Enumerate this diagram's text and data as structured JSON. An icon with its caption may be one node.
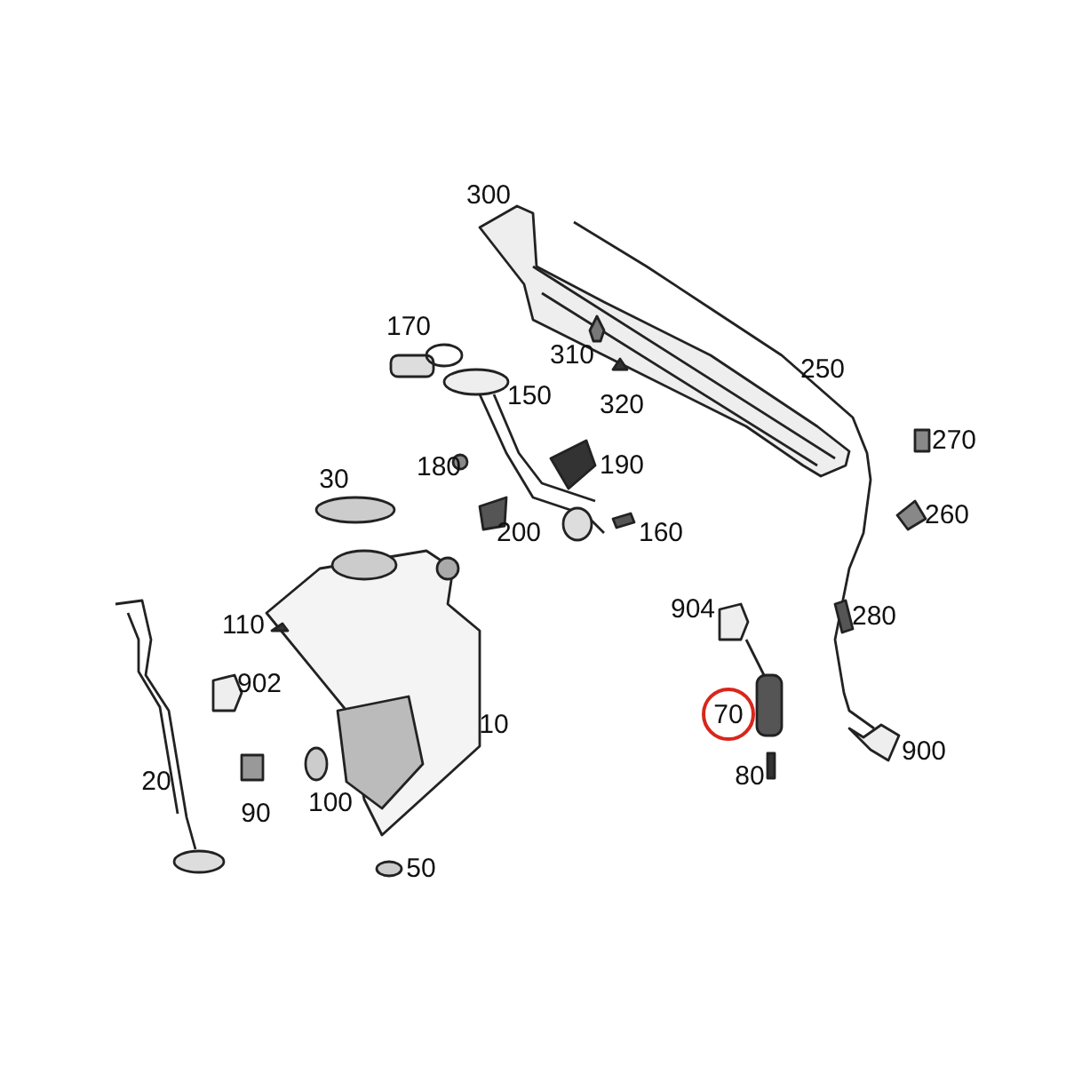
{
  "diagram": {
    "nodes": [
      {
        "text": [
          "70"
        ]
      }
    ],
    "labels": [
      "300",
      "170",
      "310",
      "250",
      "150",
      "320",
      "270",
      "190",
      "180",
      "30",
      "260",
      "200",
      "160",
      "904",
      "280",
      "110",
      "902",
      "10",
      "900",
      "80",
      "20",
      "100",
      "90",
      "50"
    ]
  }
}
